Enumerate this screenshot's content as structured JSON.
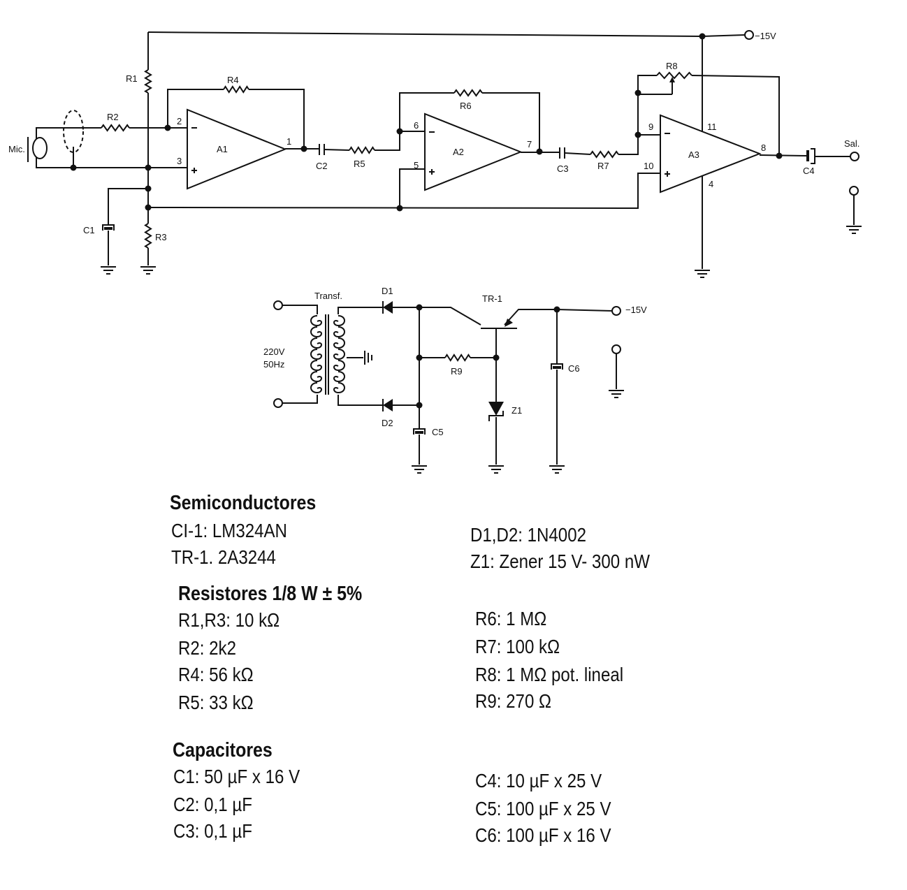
{
  "schematic": {
    "supply_label": "−15V",
    "mic_label": "Mic.",
    "output_label": "Sal.",
    "amps": [
      "A1",
      "A2",
      "A3"
    ],
    "pins": {
      "p1": "1",
      "p2": "2",
      "p3": "3",
      "p4": "4",
      "p5": "5",
      "p6": "6",
      "p7": "7",
      "p8": "8",
      "p9": "9",
      "p10": "10",
      "p11": "11"
    },
    "resistors": {
      "r1": "R1",
      "r2": "R2",
      "r3": "R3",
      "r4": "R4",
      "r5": "R5",
      "r6": "R6",
      "r7": "R7",
      "r8": "R8",
      "r9": "R9"
    },
    "capacitors": {
      "c1": "C1",
      "c2": "C2",
      "c3": "C3",
      "c4": "C4",
      "c5": "C5",
      "c6": "C6"
    },
    "psu": {
      "transformer_label": "Transf.",
      "mains_voltage": "220V",
      "mains_freq": "50Hz",
      "d1": "D1",
      "d2": "D2",
      "transistor": "TR-1",
      "zener": "Z1",
      "output_label": "−15V"
    }
  },
  "parts_list": {
    "semiconductors": {
      "heading": "Semiconductores",
      "left": [
        "CI-1: LM324AN",
        "TR-1. 2A3244"
      ],
      "right": [
        "D1,D2: 1N4002",
        "Z1: Zener 15 V- 300 nW"
      ]
    },
    "resistors": {
      "heading": "Resistores 1/8 W ± 5%",
      "left": [
        "R1,R3: 10 kΩ",
        "R2: 2k2",
        "R4: 56 kΩ",
        "R5: 33 kΩ"
      ],
      "right": [
        "R6: 1 MΩ",
        "R7: 100 kΩ",
        "R8: 1 MΩ pot. lineal",
        "R9: 270 Ω"
      ]
    },
    "capacitors": {
      "heading": "Capacitores",
      "left": [
        "C1: 50 µF x 16 V",
        "C2: 0,1 µF",
        "C3: 0,1 µF"
      ],
      "right": [
        "C4: 10 µF x 25 V",
        "C5: 100 µF x 25 V",
        "C6: 100 µF x 16 V"
      ]
    }
  }
}
